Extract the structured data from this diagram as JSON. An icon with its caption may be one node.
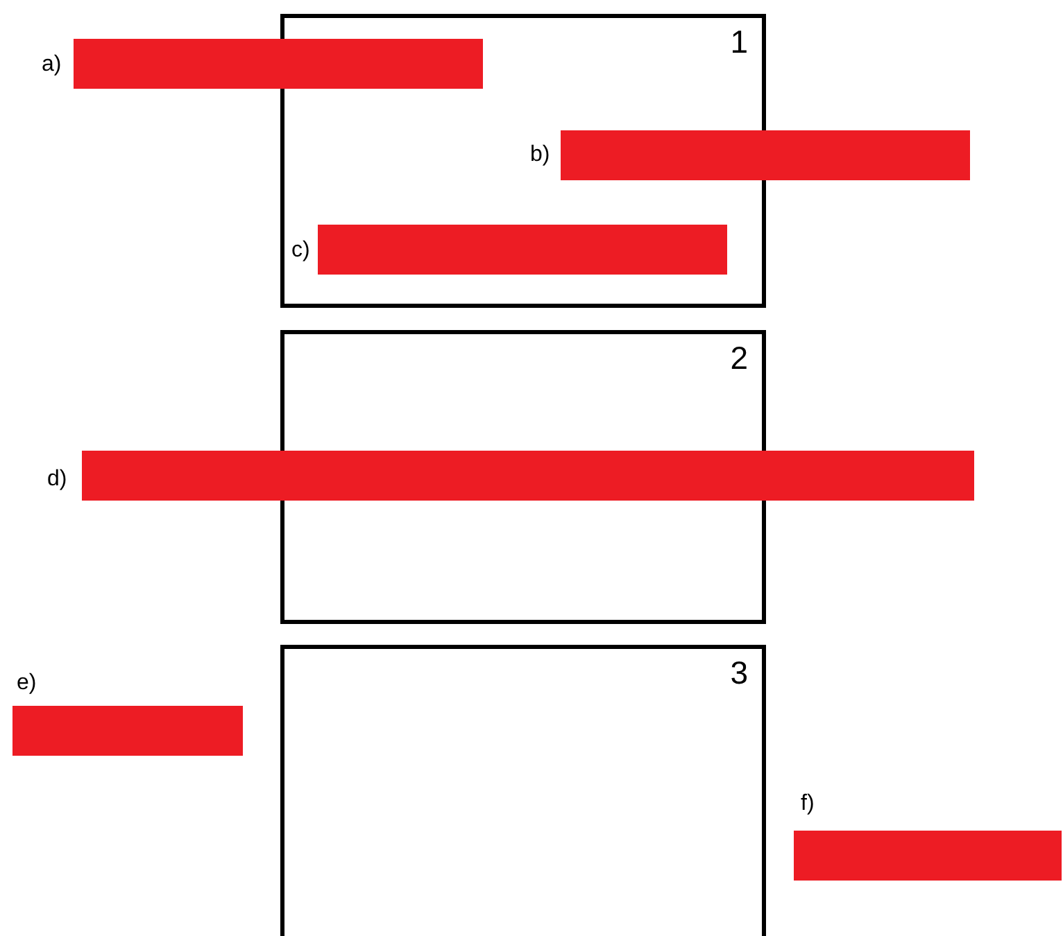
{
  "diagram": {
    "nodes": [
      {
        "text": [
          "1"
        ]
      },
      {
        "text": [],
        "shape": "bar",
        "beside": [
          "a)"
        ]
      },
      {
        "text": [],
        "shape": "bar",
        "beside": [
          "b)"
        ]
      },
      {
        "text": [],
        "shape": "bar",
        "beside": [
          "c)"
        ],
        "in": 0
      },
      {
        "text": [
          "2"
        ]
      },
      {
        "text": [],
        "shape": "bar",
        "beside": [
          "d)"
        ]
      },
      {
        "text": [
          "3"
        ]
      },
      {
        "text": [],
        "shape": "bar",
        "beside": [
          "e)"
        ]
      },
      {
        "text": [],
        "shape": "bar",
        "beside": [
          "f)"
        ]
      }
    ]
  }
}
